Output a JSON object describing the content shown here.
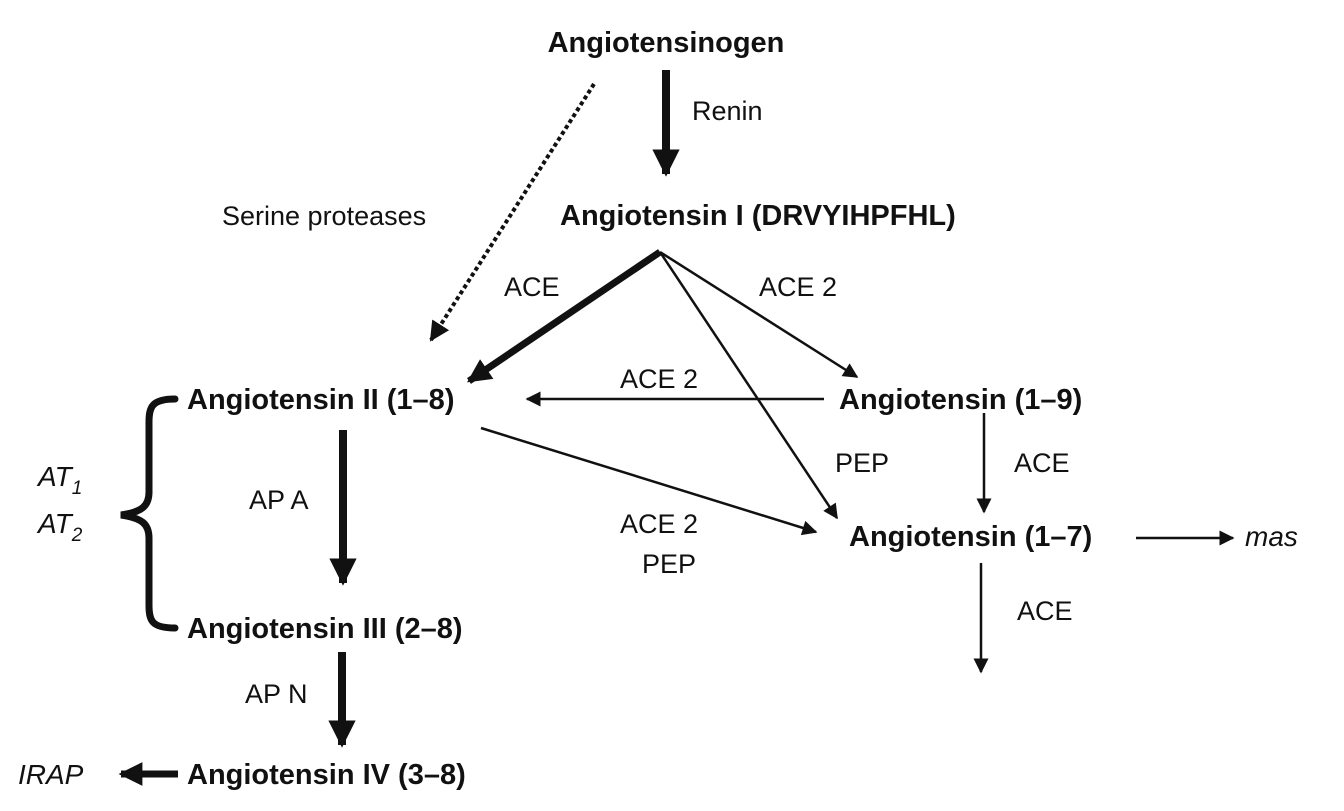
{
  "nodes": {
    "angiotensinogen": "Angiotensinogen",
    "ang1": "Angiotensin I (DRVYIHPFHL)",
    "ang2": "Angiotensin II (1–8)",
    "ang19": "Angiotensin (1–9)",
    "ang17": "Angiotensin (1–7)",
    "ang3": "Angiotensin III (2–8)",
    "ang4": "Angiotensin IV (3–8)"
  },
  "enzymes": {
    "renin": "Renin",
    "serine_proteases": "Serine proteases",
    "ace_ang1_ang2": "ACE",
    "ace2_ang1_ang19": "ACE 2",
    "ace2_ang19_ang2": "ACE 2",
    "pep_ang1_ang17": "PEP",
    "ace_ang19_ang17": "ACE",
    "ace2_ang2_ang17": "ACE 2",
    "pep_ang2_ang17": "PEP",
    "ap_a": "AP A",
    "ap_n": "AP N",
    "ace_ang17": "ACE"
  },
  "receptors": {
    "at1_base": "AT",
    "at1_sub": "1",
    "at2_base": "AT",
    "at2_sub": "2",
    "mas": "mas",
    "irap": "IRAP"
  },
  "colors": {
    "ink": "#111111",
    "background": "#ffffff"
  }
}
